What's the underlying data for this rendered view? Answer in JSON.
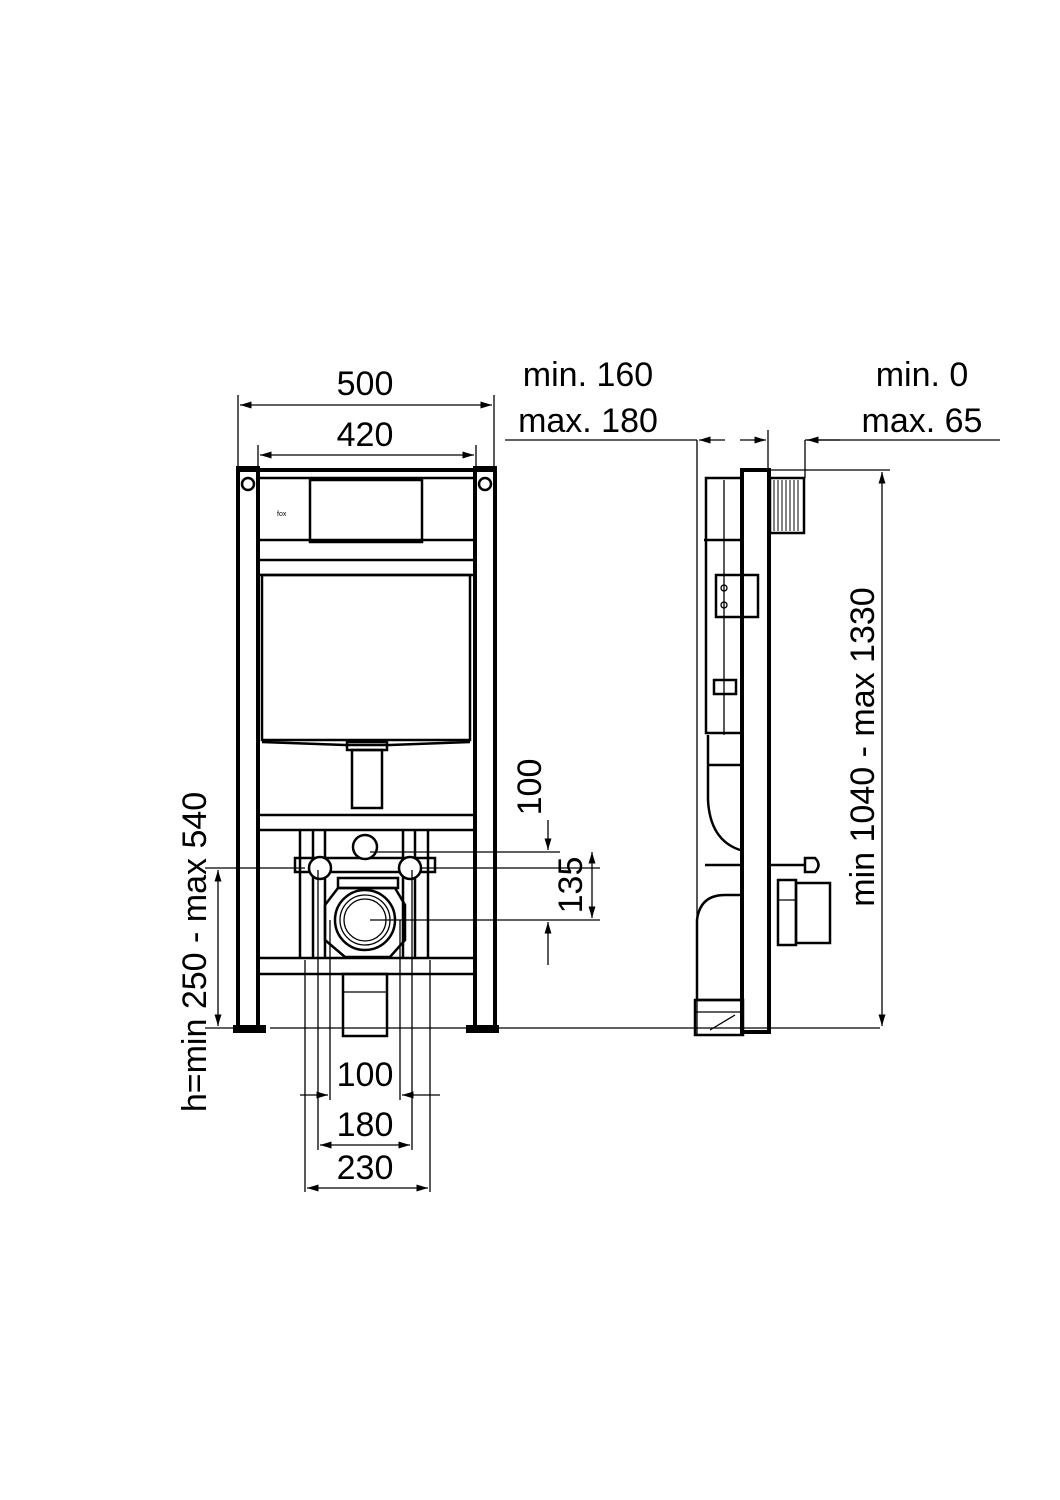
{
  "front_view": {
    "width_outer": "500",
    "width_inner": "420",
    "height_range": "h=min 250 - max 540",
    "dim_100_vertical": "100",
    "dim_135": "135",
    "dim_100_bottom": "100",
    "dim_180": "180",
    "dim_230": "230",
    "panel_mark": "fox"
  },
  "side_view": {
    "depth_min": "min. 160",
    "depth_max": "max. 180",
    "offset_min": "min. 0",
    "offset_max": "max. 65",
    "height_range": "min 1040 - max 1330"
  },
  "colors": {
    "line": "#000000",
    "background": "#ffffff"
  }
}
